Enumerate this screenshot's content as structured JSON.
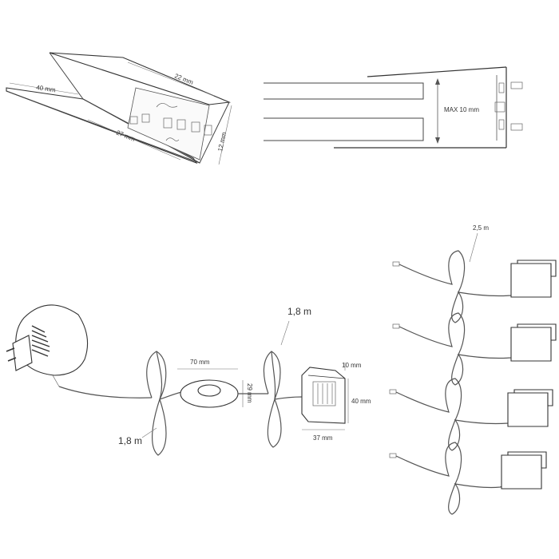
{
  "top_left": {
    "dim_length": "22 mm",
    "dim_width": "40 mm",
    "dim_depth": "27 mm",
    "dim_height": "12 mm"
  },
  "top_right": {
    "dim_max": "MAX 10 mm"
  },
  "bottom": {
    "cable_label_right": "1,8  m",
    "cable_label_left": "1,8  m",
    "switch_width": "70 mm",
    "switch_height": "29 mm",
    "box_top": "10 mm",
    "box_height": "40 mm",
    "box_width": "37 mm",
    "lights_cable": "2,5  m"
  }
}
